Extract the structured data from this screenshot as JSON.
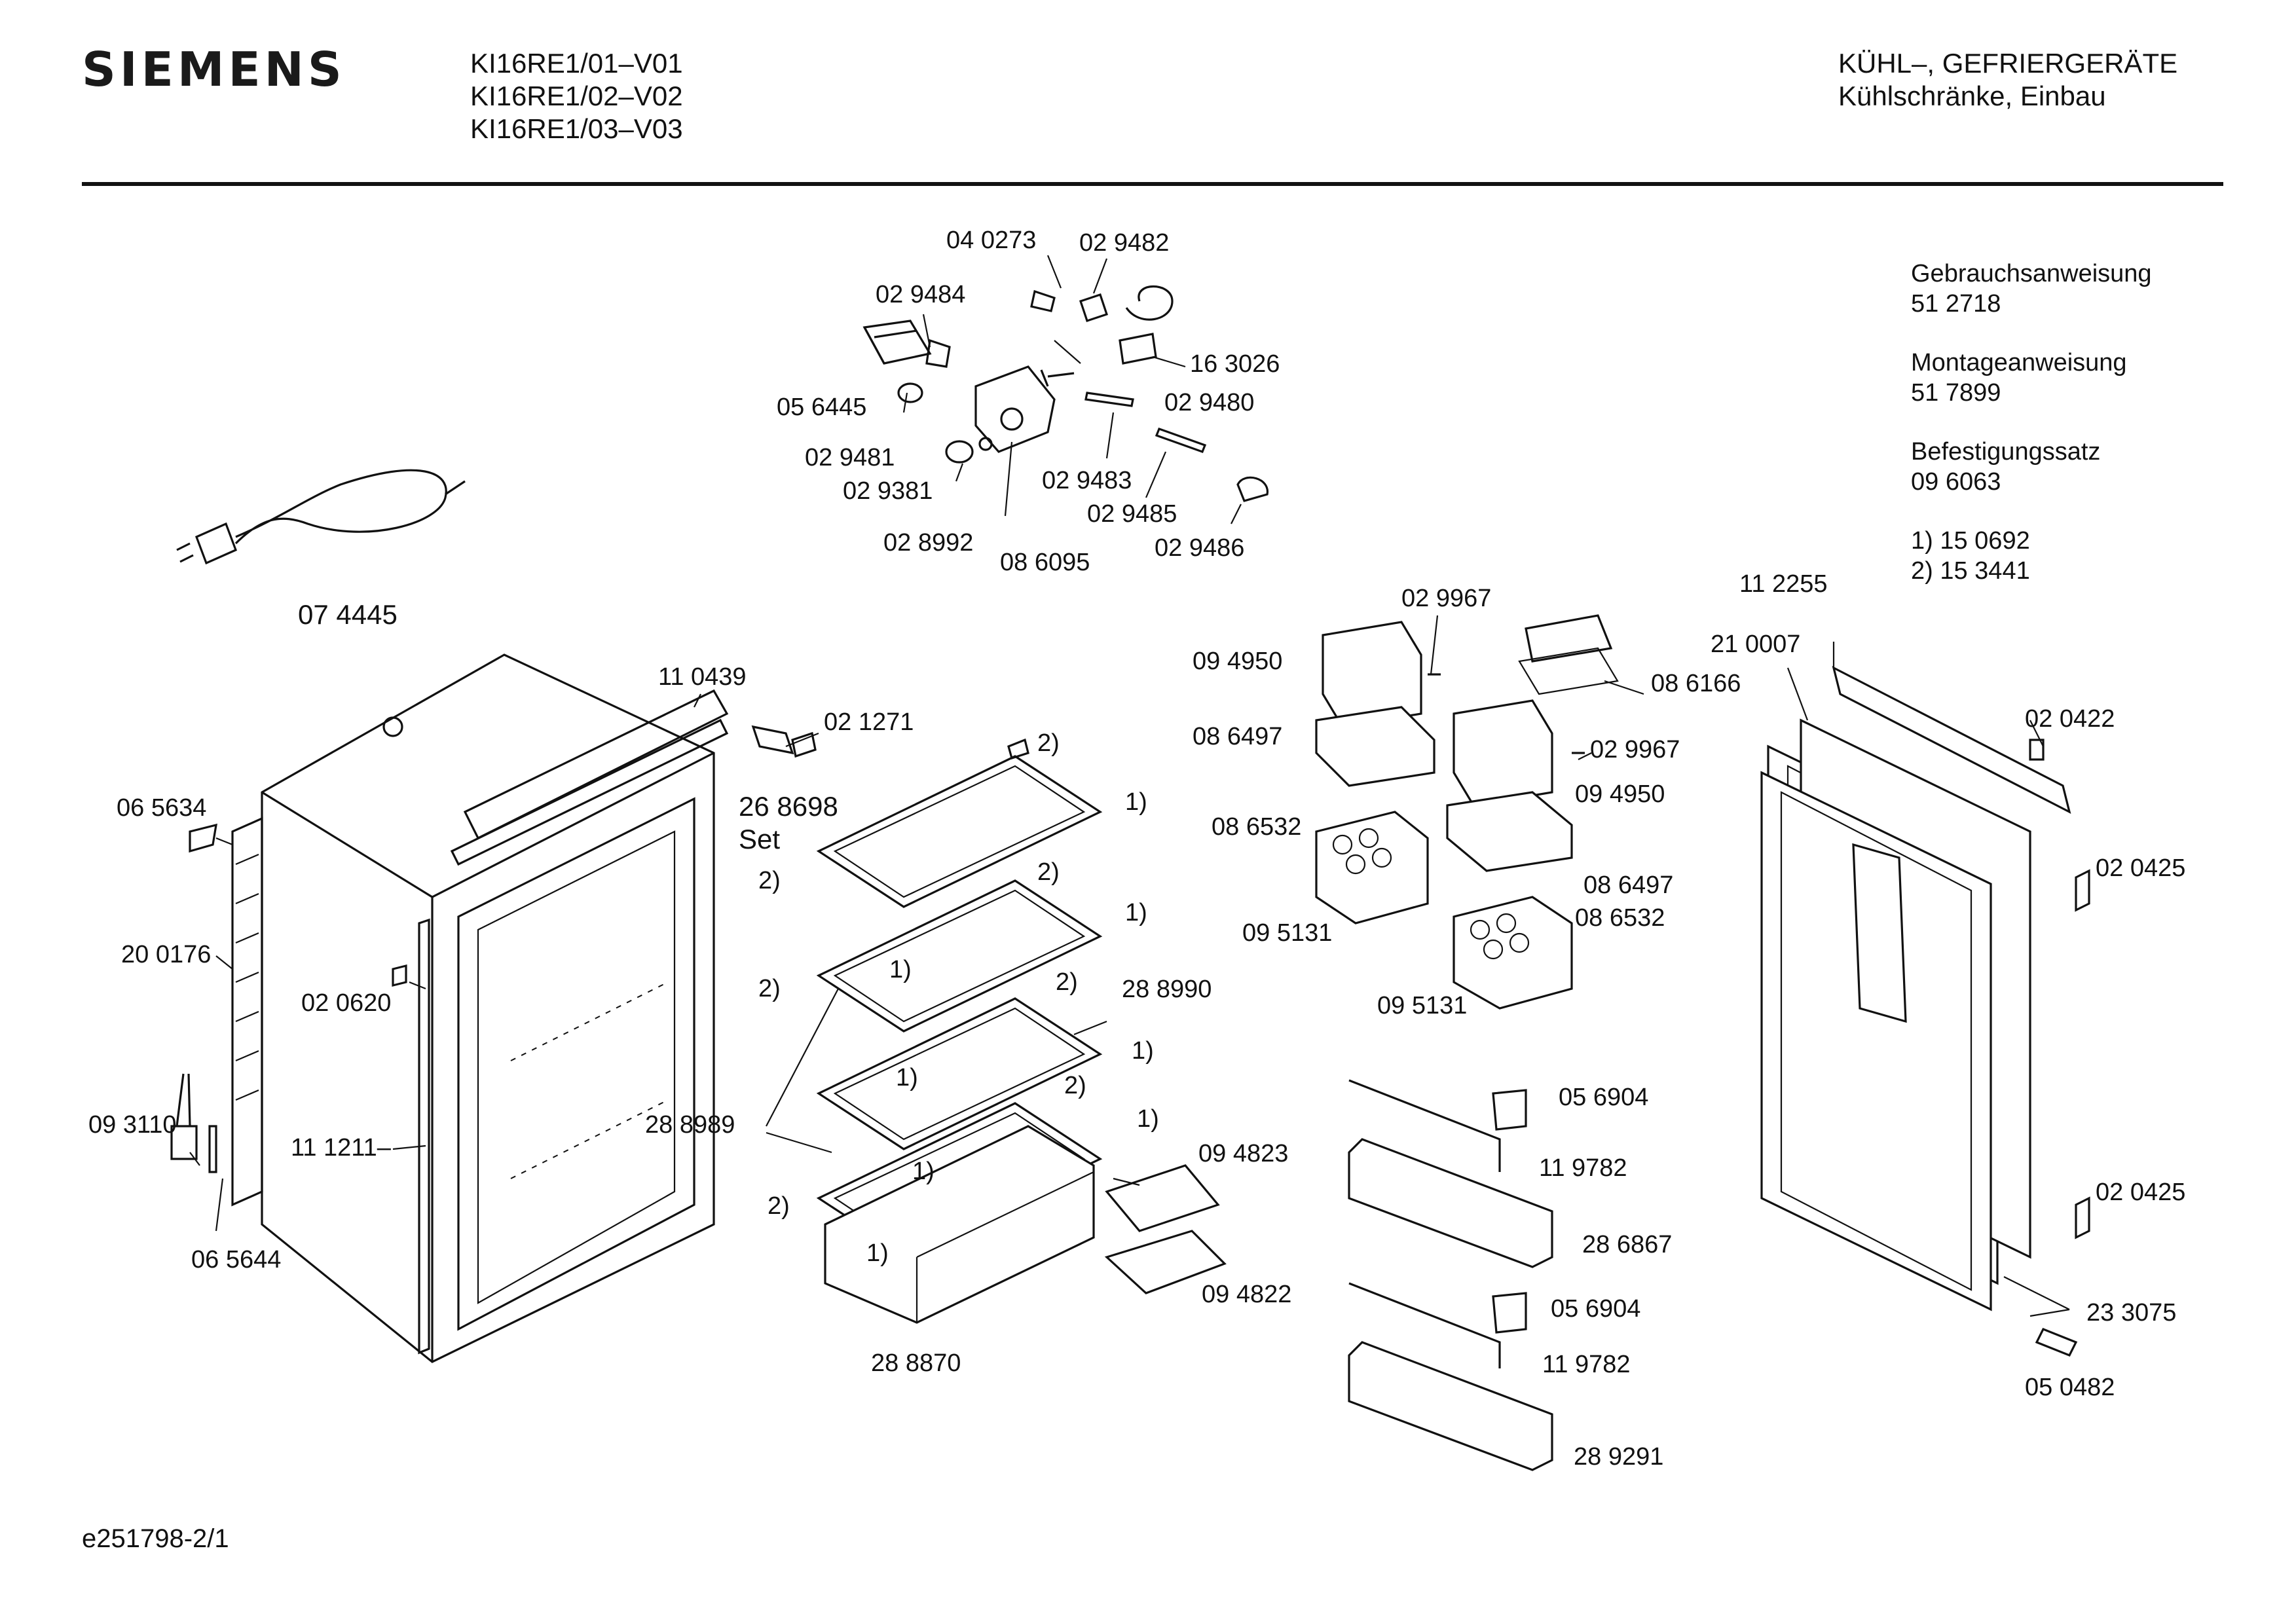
{
  "header": {
    "brand": "SIEMENS",
    "models": [
      "KI16RE1/01–V01",
      "KI16RE1/02–V02",
      "KI16RE1/03–V03"
    ],
    "category_line1": "KÜHL–, GEFRIERGERÄTE",
    "category_line2": "Kühlschränke, Einbau"
  },
  "documents": {
    "gebrauch_label": "Gebrauchsanweisung",
    "gebrauch_no": "51 2718",
    "montage_label": "Montageanweisung",
    "montage_no": "51 7899",
    "befestigung_label": "Befestigungssatz",
    "befestigung_no": "09 6063",
    "note1": "1)  15 0692",
    "note2": "2)  15 3441"
  },
  "parts": {
    "p040273": "04 0273",
    "p029482": "02 9482",
    "p029484": "02 9484",
    "p163026": "16 3026",
    "p056445": "05 6445",
    "p029480": "02 9480",
    "p029481": "02 9481",
    "p029381": "02 9381",
    "p029483": "02 9483",
    "p029485": "02 9485",
    "p028992": "02 8992",
    "p029486": "02 9486",
    "p086095": "08 6095",
    "p074445": "07 4445",
    "p110439": "11 0439",
    "p021271": "02 1271",
    "p268698": "26 8698",
    "set": "Set",
    "p065634": "06 5634",
    "p200176": "20 0176",
    "p020620": "02 0620",
    "p093110": "09 3110",
    "p111211": "11 1211–",
    "p065644": "06 5644",
    "p288990": "28 8990",
    "p288989": "28 8989",
    "p288870": "28 8870",
    "p094823": "09 4823",
    "p094822": "09 4822",
    "p029967a": "02 9967",
    "p094950a": "09 4950",
    "p086166": "08 6166",
    "p086497a": "08 6497",
    "p029967b": "02 9967",
    "p094950b": "09 4950",
    "p086532a": "08 6532",
    "p086497b": "08 6497",
    "p086532b": "08 6532",
    "p095131a": "09 5131",
    "p095131b": "09 5131",
    "p056904a": "05 6904",
    "p119782a": "11 9782",
    "p286867": "28 6867",
    "p056904b": "05 6904",
    "p119782b": "11 9782",
    "p289291": "28 9291",
    "p112255": "11 2255",
    "p210007": "21 0007",
    "p020422": "02 0422",
    "p020425a": "02 0425",
    "p020425b": "02 0425",
    "p233075": "23 3075",
    "p050482": "05 0482"
  },
  "notes": {
    "n2a": "2)",
    "n2b": "2)",
    "n2c": "2)",
    "n2d": "2)",
    "n2e": "2)",
    "n2f": "2)",
    "n2g": "2)",
    "n1a": "1)",
    "n1b": "1)",
    "n1c": "1)",
    "n1d": "1)",
    "n1e": "1)",
    "n1f": "1)",
    "n1g": "1)",
    "n1h": "1)"
  },
  "footer": {
    "drawing_id": "e251798-2/1"
  }
}
